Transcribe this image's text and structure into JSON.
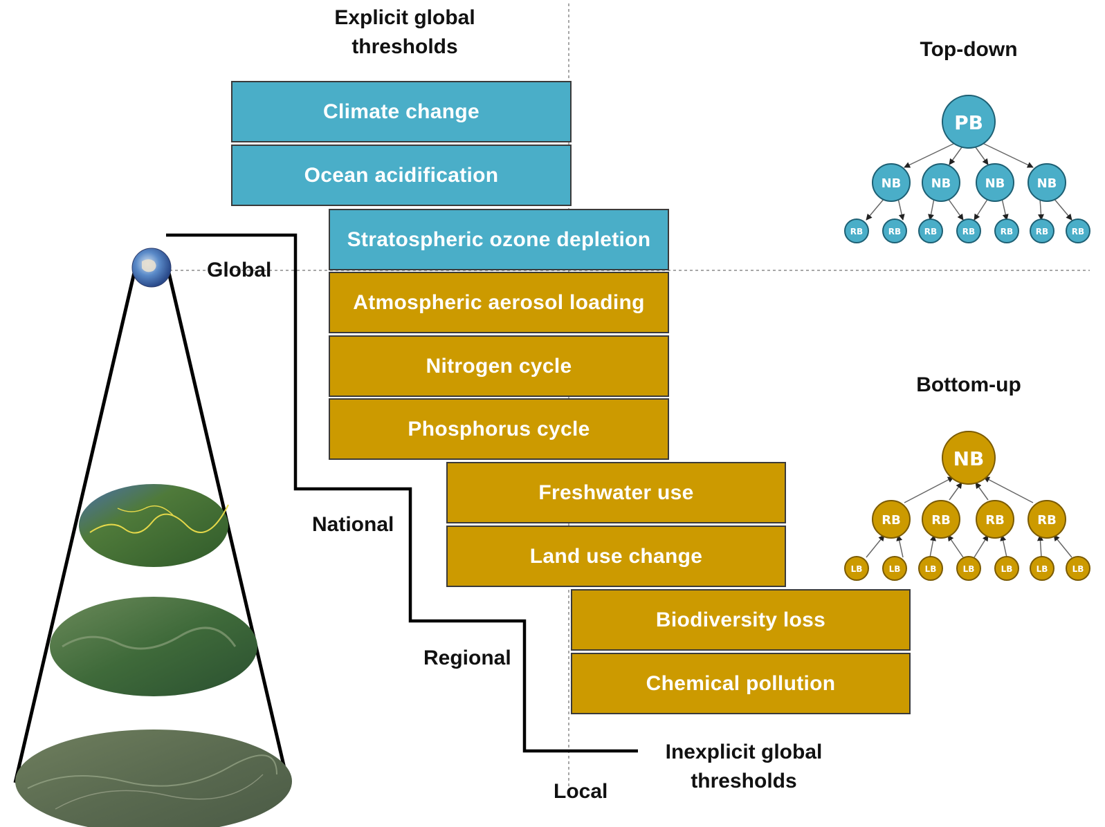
{
  "headings": {
    "explicit": "Explicit global\nthresholds",
    "inexplicit": "Inexplicit global\nthresholds",
    "top_down": "Top-down",
    "bottom_up": "Bottom-up"
  },
  "scales": {
    "global": "Global",
    "national": "National",
    "regional": "Regional",
    "local": "Local"
  },
  "boundaries": [
    {
      "label": "Climate change",
      "category": "explicit"
    },
    {
      "label": "Ocean acidification",
      "category": "explicit"
    },
    {
      "label": "Stratospheric ozone depletion",
      "category": "explicit"
    },
    {
      "label": "Atmospheric aerosol loading",
      "category": "inexplicit"
    },
    {
      "label": "Nitrogen cycle",
      "category": "inexplicit"
    },
    {
      "label": "Phosphorus cycle",
      "category": "inexplicit"
    },
    {
      "label": "Freshwater use",
      "category": "inexplicit"
    },
    {
      "label": "Land use change",
      "category": "inexplicit"
    },
    {
      "label": "Biodiversity loss",
      "category": "inexplicit"
    },
    {
      "label": "Chemical pollution",
      "category": "inexplicit"
    }
  ],
  "top_down_tree": {
    "root": "PB",
    "level2": [
      "NB",
      "NB",
      "NB",
      "NB"
    ],
    "level3": [
      "RB",
      "RB",
      "RB",
      "RB",
      "RB",
      "RB",
      "RB"
    ]
  },
  "bottom_up_tree": {
    "root": "NB",
    "level2": [
      "RB",
      "RB",
      "RB",
      "RB"
    ],
    "level3": [
      "LB",
      "LB",
      "LB",
      "LB",
      "LB",
      "LB",
      "LB"
    ]
  },
  "colors": {
    "explicit": "#4aaec8",
    "inexplicit": "#cc9a00"
  }
}
